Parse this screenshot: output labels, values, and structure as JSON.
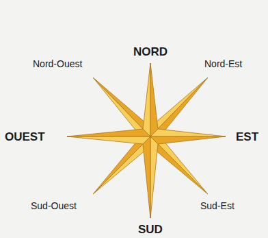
{
  "diagram": {
    "labels": [
      "NORD",
      "Nord-Ouest",
      "Nord-Est",
      "OUEST",
      "EST",
      "Sud-Ouest",
      "Sud-Est",
      "SUD"
    ]
  }
}
